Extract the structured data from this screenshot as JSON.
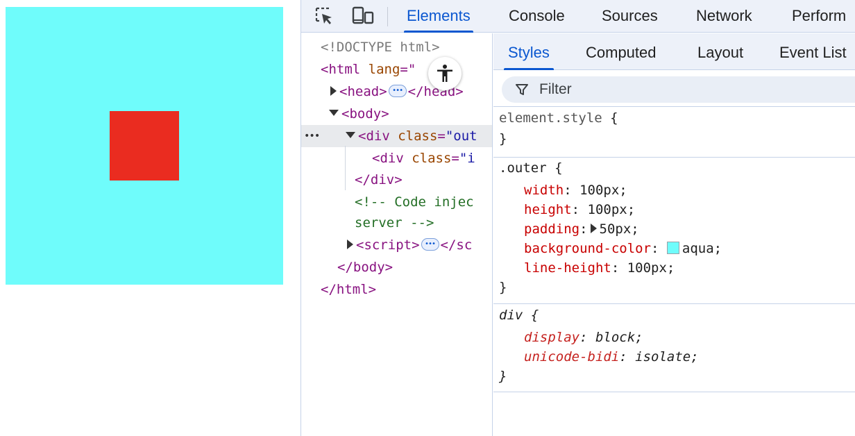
{
  "devtools": {
    "main_tabs": [
      {
        "label": "Elements",
        "active": true
      },
      {
        "label": "Console",
        "active": false
      },
      {
        "label": "Sources",
        "active": false
      },
      {
        "label": "Network",
        "active": false
      },
      {
        "label": "Perform",
        "active": false
      }
    ],
    "icons": {
      "inspect": "inspect-element-icon",
      "device": "device-toolbar-icon",
      "accessibility": "accessibility-icon",
      "filter": "filter-icon"
    },
    "dom": {
      "doctype": "<!DOCTYPE html>",
      "html_open_start": "<html ",
      "html_attr": "lang",
      "html_eq_quote": "=\"",
      "html_val_rest": "\">",
      "head_open": "<head>",
      "head_close": "</head>",
      "body_open": "<body>",
      "row_dots": "•••",
      "div_open_start": "<div ",
      "div_attr": "class",
      "div_eq": "=",
      "div_outer_val": "\"out",
      "div_inner_val": "\"i",
      "div_close": "</div>",
      "comment_line1": "<!-- Code injec",
      "comment_line2": "server -->",
      "script_open": "<script>",
      "script_close": "</sc",
      "body_close": "</body>",
      "html_close": "</html>"
    },
    "styles": {
      "sub_tabs": [
        {
          "label": "Styles",
          "active": true
        },
        {
          "label": "Computed",
          "active": false
        },
        {
          "label": "Layout",
          "active": false
        },
        {
          "label": "Event List",
          "active": false
        }
      ],
      "filter_placeholder": "Filter",
      "open_brace": "{",
      "close_brace": "}",
      "rules": {
        "element_style": {
          "selector": "element.style"
        },
        "outer": {
          "selector": ".outer",
          "properties": [
            {
              "name": "width",
              "value": "100px;"
            },
            {
              "name": "height",
              "value": "100px;"
            },
            {
              "name": "padding",
              "value": "50px;"
            },
            {
              "name": "background-color",
              "value": "aqua;"
            },
            {
              "name": "line-height",
              "value": "100px;"
            }
          ]
        },
        "div": {
          "selector": "div",
          "properties": [
            {
              "name": "display",
              "value": "block;"
            },
            {
              "name": "unicode-bidi",
              "value": "isolate;"
            }
          ]
        }
      }
    }
  },
  "colors": {
    "preview_outer": "#6ffcfb",
    "preview_inner": "#ea2c20",
    "accent": "#0b57d0"
  }
}
